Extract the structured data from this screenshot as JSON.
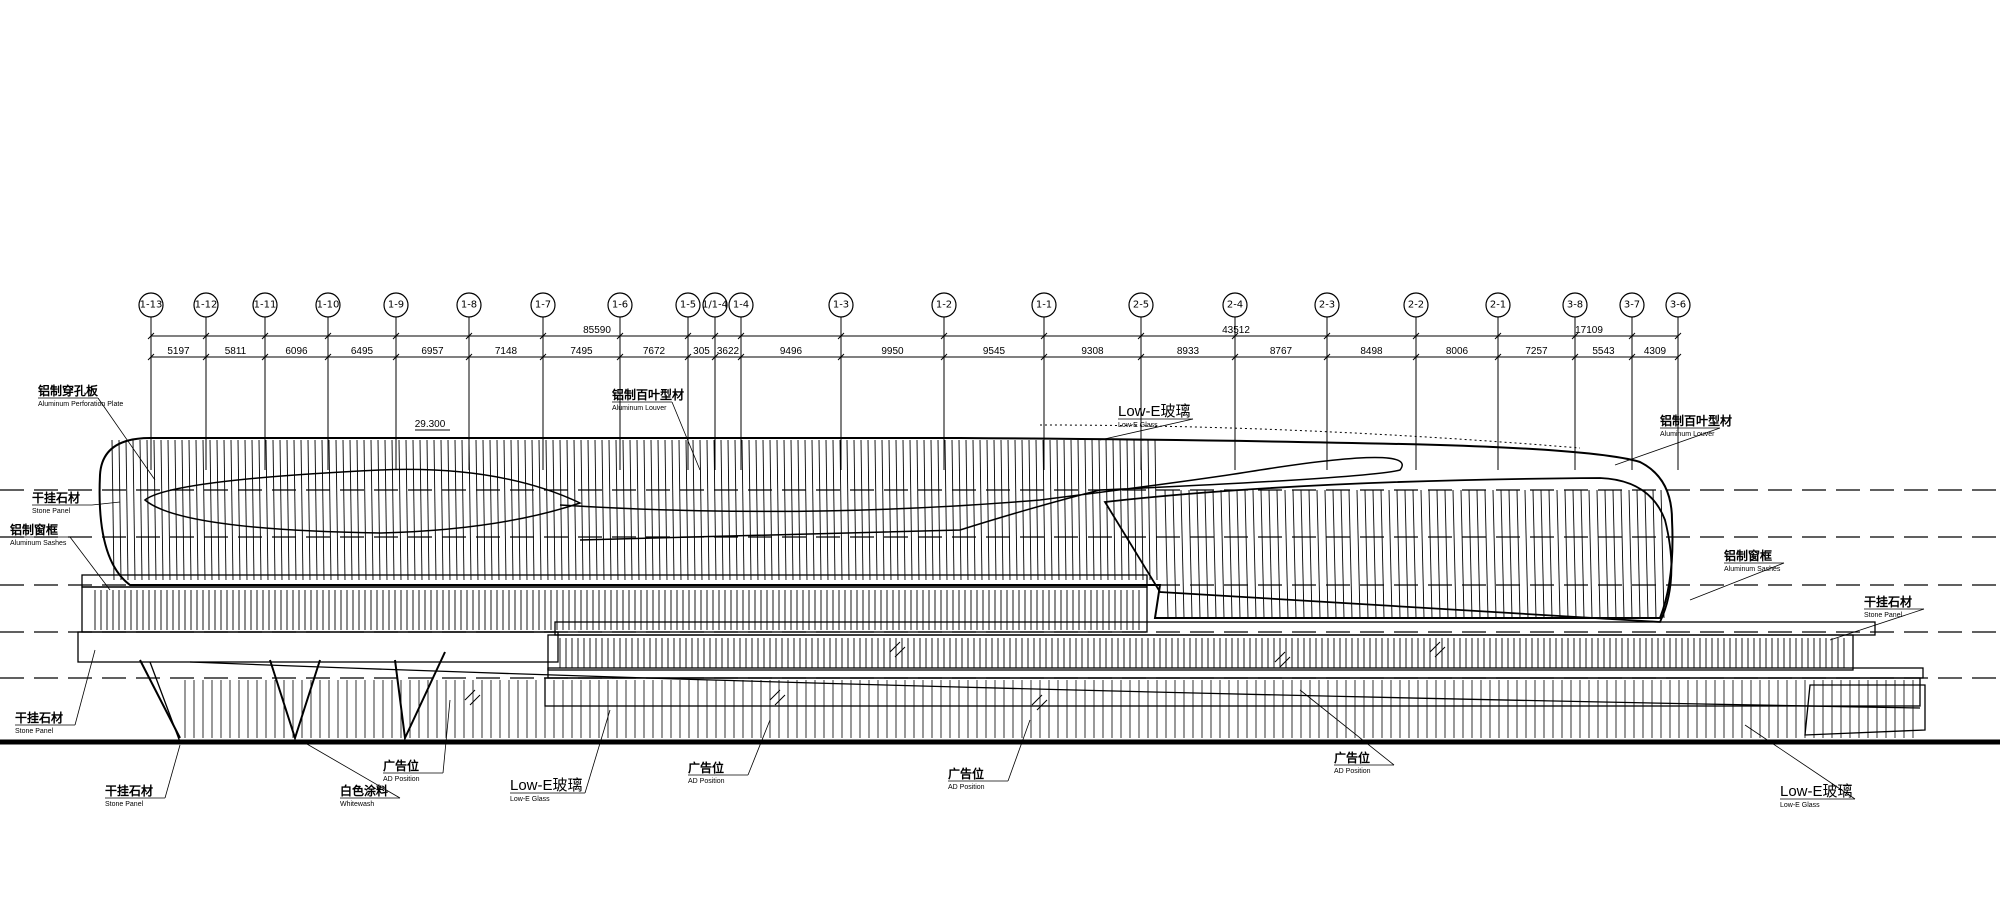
{
  "grid_axes": [
    "1-13",
    "1-12",
    "1-11",
    "1-10",
    "1-9",
    "1-8",
    "1-7",
    "1-6",
    "1-5",
    "1/1-4",
    "1-4",
    "1-3",
    "1-2",
    "1-1",
    "2-5",
    "2-4",
    "2-3",
    "2-2",
    "2-1",
    "3-8",
    "3-7",
    "3-6"
  ],
  "overall_dims": [
    "85590",
    "43512",
    "17109"
  ],
  "segment_dims": [
    "5197",
    "5811",
    "6096",
    "6495",
    "6957",
    "7148",
    "7495",
    "7672",
    "305",
    "3622",
    "9496",
    "9950",
    "9545",
    "9308",
    "8933",
    "8767",
    "8498",
    "8006",
    "7257",
    "5543",
    "4309"
  ],
  "level_marker": "29.300",
  "labels": [
    {
      "cn": "铝制穿孔板",
      "en": "Aluminum Perforation Plate"
    },
    {
      "cn": "干挂石材",
      "en": "Stone Panel"
    },
    {
      "cn": "铝制窗框",
      "en": "Aluminum Sashes"
    },
    {
      "cn": "干挂石材",
      "en": "Stone Panel"
    },
    {
      "cn": "铝制百叶型材",
      "en": "Aluminum Louver"
    },
    {
      "cn": "Low-E玻璃",
      "en": "Low-E Glass"
    },
    {
      "cn": "铝制百叶型材",
      "en": "Aluminum Louver"
    },
    {
      "cn": "铝制窗框",
      "en": "Aluminum Sashes"
    },
    {
      "cn": "干挂石材",
      "en": "Stone Panel"
    },
    {
      "cn": "干挂石材",
      "en": "Stone Panel"
    },
    {
      "cn": "白色涂料",
      "en": "Whitewash"
    },
    {
      "cn": "广告位",
      "en": "AD Position"
    },
    {
      "cn": "Low-E玻璃",
      "en": "Low-E Glass"
    },
    {
      "cn": "广告位",
      "en": "AD Position"
    },
    {
      "cn": "广告位",
      "en": "AD Position"
    },
    {
      "cn": "广告位",
      "en": "AD Position"
    },
    {
      "cn": "Low-E玻璃",
      "en": "Low-E Glass"
    }
  ]
}
